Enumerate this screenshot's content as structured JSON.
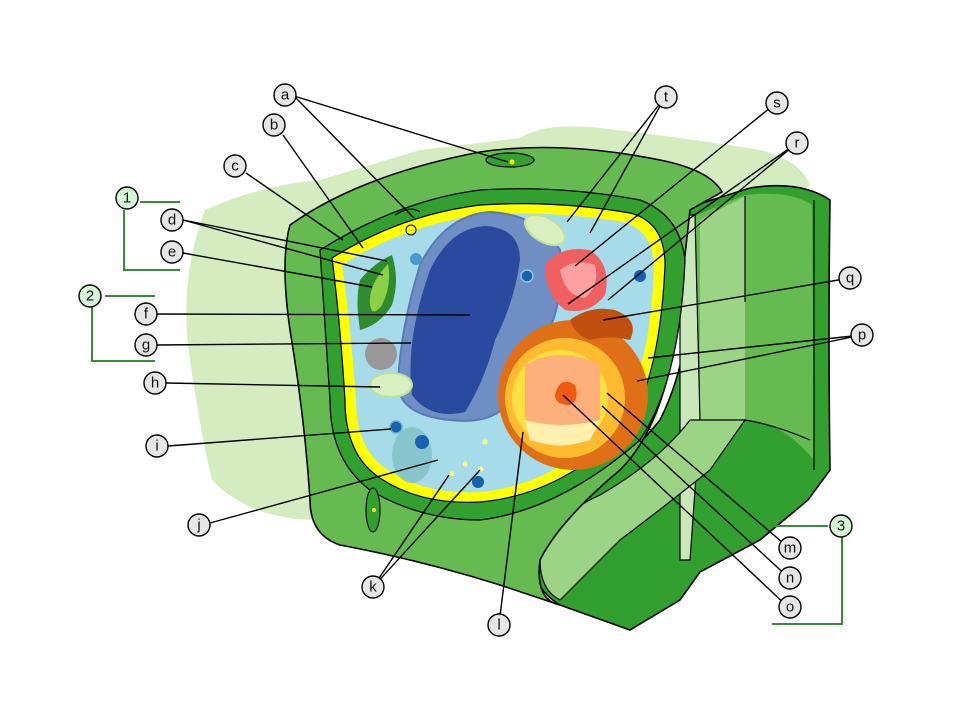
{
  "diagram": {
    "subject": "Plant cell (labeled cross-section)",
    "colors": {
      "halo": "#d4ecc0",
      "wall_outer": "#66bb50",
      "wall_inner": "#32a02e",
      "wall_light": "#9bd485",
      "wall_pale": "#c8e8b8",
      "membrane": "#ffff00",
      "cytoplasm": "#a6dcea",
      "nucleus_envelope": "#6f8ec4",
      "nucleus": "#2a4aa0",
      "chloroplast": "#2e8b2e",
      "mitochondrion": "#d8efc0",
      "golgi": "#f06060",
      "rough_er": "#e07018",
      "vacuole_core": "#ffb07a",
      "nucleolus": "#ee5a10",
      "label_fill": "#e6e6e6",
      "group_label_fill": "#d6f5d6",
      "bracket": "#3a8a3a"
    },
    "labels": [
      {
        "id": "a",
        "text": "a"
      },
      {
        "id": "b",
        "text": "b"
      },
      {
        "id": "c",
        "text": "c"
      },
      {
        "id": "d",
        "text": "d"
      },
      {
        "id": "e",
        "text": "e"
      },
      {
        "id": "f",
        "text": "f"
      },
      {
        "id": "g",
        "text": "g"
      },
      {
        "id": "h",
        "text": "h"
      },
      {
        "id": "i",
        "text": "i"
      },
      {
        "id": "j",
        "text": "j"
      },
      {
        "id": "k",
        "text": "k"
      },
      {
        "id": "l",
        "text": "l"
      },
      {
        "id": "m",
        "text": "m"
      },
      {
        "id": "n",
        "text": "n"
      },
      {
        "id": "o",
        "text": "o"
      },
      {
        "id": "p",
        "text": "p"
      },
      {
        "id": "q",
        "text": "q"
      },
      {
        "id": "r",
        "text": "r"
      },
      {
        "id": "s",
        "text": "s"
      },
      {
        "id": "t",
        "text": "t"
      }
    ],
    "groups": [
      {
        "id": "1",
        "text": "1"
      },
      {
        "id": "2",
        "text": "2"
      },
      {
        "id": "3",
        "text": "3"
      }
    ]
  }
}
